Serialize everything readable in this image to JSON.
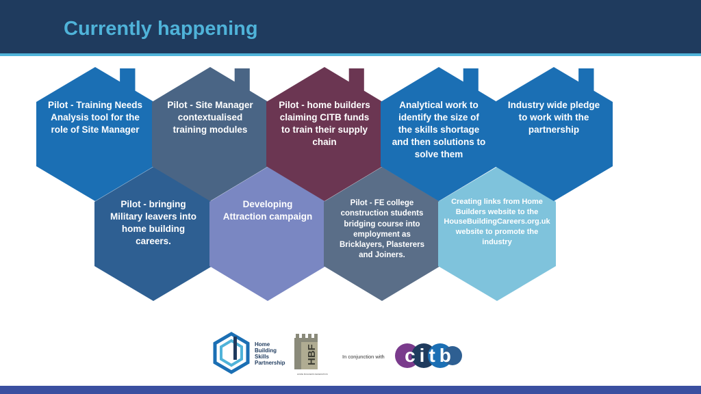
{
  "header": {
    "title": "Currently happening"
  },
  "colors": {
    "header_bg": "#1f3b5e",
    "title": "#4fb3d9",
    "accent_rule": "#4fb3d9",
    "footer_bar": "#3a4fa0"
  },
  "hexes_top": [
    {
      "text": "Pilot - Training Needs Analysis tool for the role of Site Manager",
      "color": "#1b6fb4"
    },
    {
      "text": "Pilot - Site Manager contextualised training modules",
      "color": "#4a6585"
    },
    {
      "text": "Pilot - home builders  claiming CITB funds to train their supply chain",
      "color": "#6b3652"
    },
    {
      "text": "Analytical work to identify the size of the skills shortage and then solutions to solve them",
      "color": "#1b6fb4"
    },
    {
      "text": "Industry wide pledge to work with the partnership",
      "color": "#1b6fb4"
    }
  ],
  "hexes_bottom": [
    {
      "text": "Pilot - bringing Military leavers into home building careers.",
      "color": "#2e5f92"
    },
    {
      "text": "Developing Attraction campaign",
      "color": "#7a87c2"
    },
    {
      "text": "Pilot -  FE college construction students bridging course into employment as Bricklayers, Plasterers and Joiners.",
      "color": "#5a6e88"
    },
    {
      "text": "Creating links from Home Builders website to the HouseBuildingCareers.org.uk website to promote the industry",
      "color": "#7fc3dc"
    }
  ],
  "logos": {
    "hbsp_lines": [
      "Home",
      "Building",
      "Skills",
      "Partnership"
    ],
    "hbf_letters": "HBF",
    "hbf_caption": "HOME BUILDERS FEDERATION",
    "conjunction": "In conjunction with",
    "citb": "citb"
  }
}
